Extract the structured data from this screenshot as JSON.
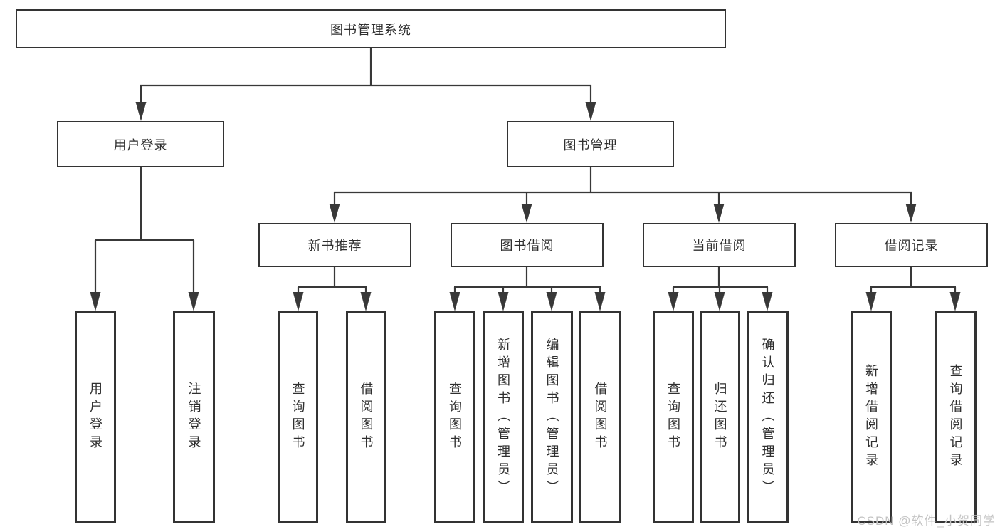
{
  "diagram": {
    "root": "图书管理系统",
    "branches": [
      {
        "label": "用户登录",
        "leaves": [
          "用户登录",
          "注销登录"
        ]
      },
      {
        "label": "图书管理",
        "sub": [
          {
            "label": "新书推荐",
            "leaves": [
              "查询图书",
              "借阅图书"
            ]
          },
          {
            "label": "图书借阅",
            "leaves": [
              "查询图书",
              "新增图书（管理员）",
              "编辑图书（管理员）",
              "借阅图书"
            ]
          },
          {
            "label": "当前借阅",
            "leaves": [
              "查询图书",
              "归还图书",
              "确认归还（管理员）"
            ]
          },
          {
            "label": "借阅记录",
            "leaves": [
              "新增借阅记录",
              "查询借阅记录"
            ]
          }
        ]
      }
    ]
  },
  "watermark": "CSDN @软件_小贺同学",
  "colors": {
    "line": "#383838",
    "box_border": "#333333",
    "text": "#2f2f2f",
    "watermark": "#c3c3c3",
    "background": "#ffffff"
  }
}
